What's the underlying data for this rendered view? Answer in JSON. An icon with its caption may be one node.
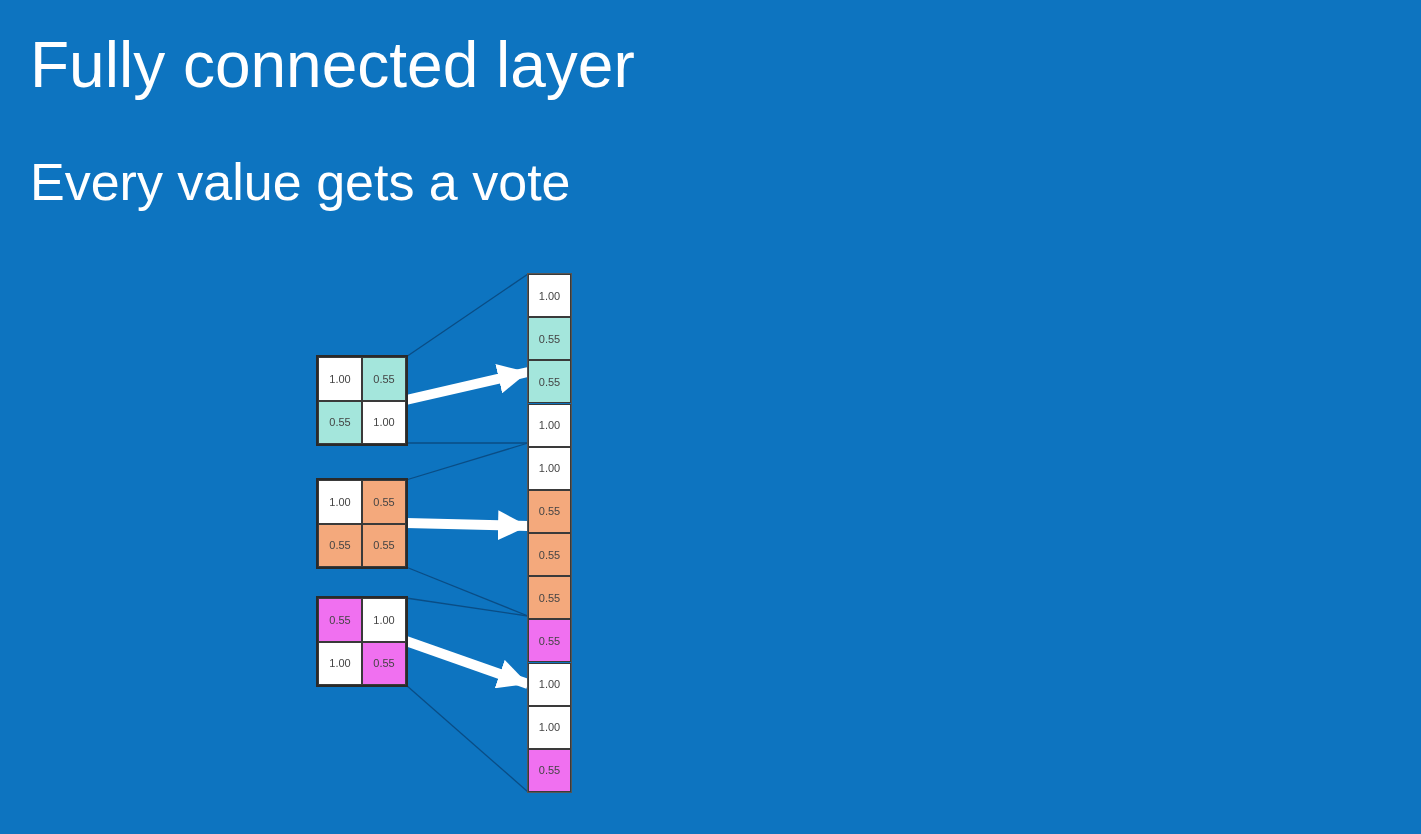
{
  "diagram": {
    "title": "Fully connected layer",
    "nodes": [
      {
        "text": [],
        "shape": "box"
      },
      {
        "text": [
          "1.00"
        ],
        "in": 0
      },
      {
        "text": [
          "0.55"
        ],
        "in": 0
      },
      {
        "text": [
          "0.55"
        ],
        "in": 0
      },
      {
        "text": [
          "1.00"
        ],
        "in": 0
      },
      {
        "text": [],
        "shape": "box"
      },
      {
        "text": [
          "1.00"
        ],
        "in": 5
      },
      {
        "text": [
          "0.55"
        ],
        "in": 5
      },
      {
        "text": [
          "0.55"
        ],
        "in": 5
      },
      {
        "text": [
          "0.55"
        ],
        "in": 5
      },
      {
        "text": [],
        "shape": "box"
      },
      {
        "text": [
          "0.55"
        ],
        "in": 10
      },
      {
        "text": [
          "1.00"
        ],
        "in": 10
      },
      {
        "text": [
          "1.00"
        ],
        "in": 10
      },
      {
        "text": [
          "0.55"
        ],
        "in": 10
      },
      {
        "text": [],
        "shape": "bar"
      },
      {
        "text": [
          "1.00"
        ],
        "in": 15
      },
      {
        "text": [
          "0.55"
        ],
        "in": 15
      },
      {
        "text": [
          "0.55"
        ],
        "in": 15
      },
      {
        "text": [
          "1.00"
        ],
        "in": 15
      },
      {
        "text": [
          "1.00"
        ],
        "in": 15
      },
      {
        "text": [
          "0.55"
        ],
        "in": 15
      },
      {
        "text": [
          "0.55"
        ],
        "in": 15
      },
      {
        "text": [
          "0.55"
        ],
        "in": 15
      },
      {
        "text": [
          "0.55"
        ],
        "in": 15
      },
      {
        "text": [
          "1.00"
        ],
        "in": 15
      },
      {
        "text": [
          "1.00"
        ],
        "in": 15
      },
      {
        "text": [
          "0.55"
        ],
        "in": 15
      }
    ],
    "edges": [
      {
        "from": 0,
        "to": 15,
        "arrow": "to",
        "style": "thick",
        "color": "#ffffff"
      },
      {
        "from": 5,
        "to": 15,
        "arrow": "to",
        "style": "thick",
        "color": "#ffffff"
      },
      {
        "from": 10,
        "to": 15,
        "arrow": "to",
        "style": "thick",
        "color": "#ffffff"
      },
      {
        "from": 0,
        "to": 15,
        "arrow": "none"
      },
      {
        "from": 0,
        "to": 15,
        "arrow": "none"
      },
      {
        "from": 5,
        "to": 15,
        "arrow": "none"
      },
      {
        "from": 5,
        "to": 15,
        "arrow": "none"
      },
      {
        "from": 10,
        "to": 15,
        "arrow": "none"
      },
      {
        "from": 10,
        "to": 15,
        "arrow": "none"
      }
    ],
    "labels": [
      "Every value gets a vote"
    ]
  }
}
